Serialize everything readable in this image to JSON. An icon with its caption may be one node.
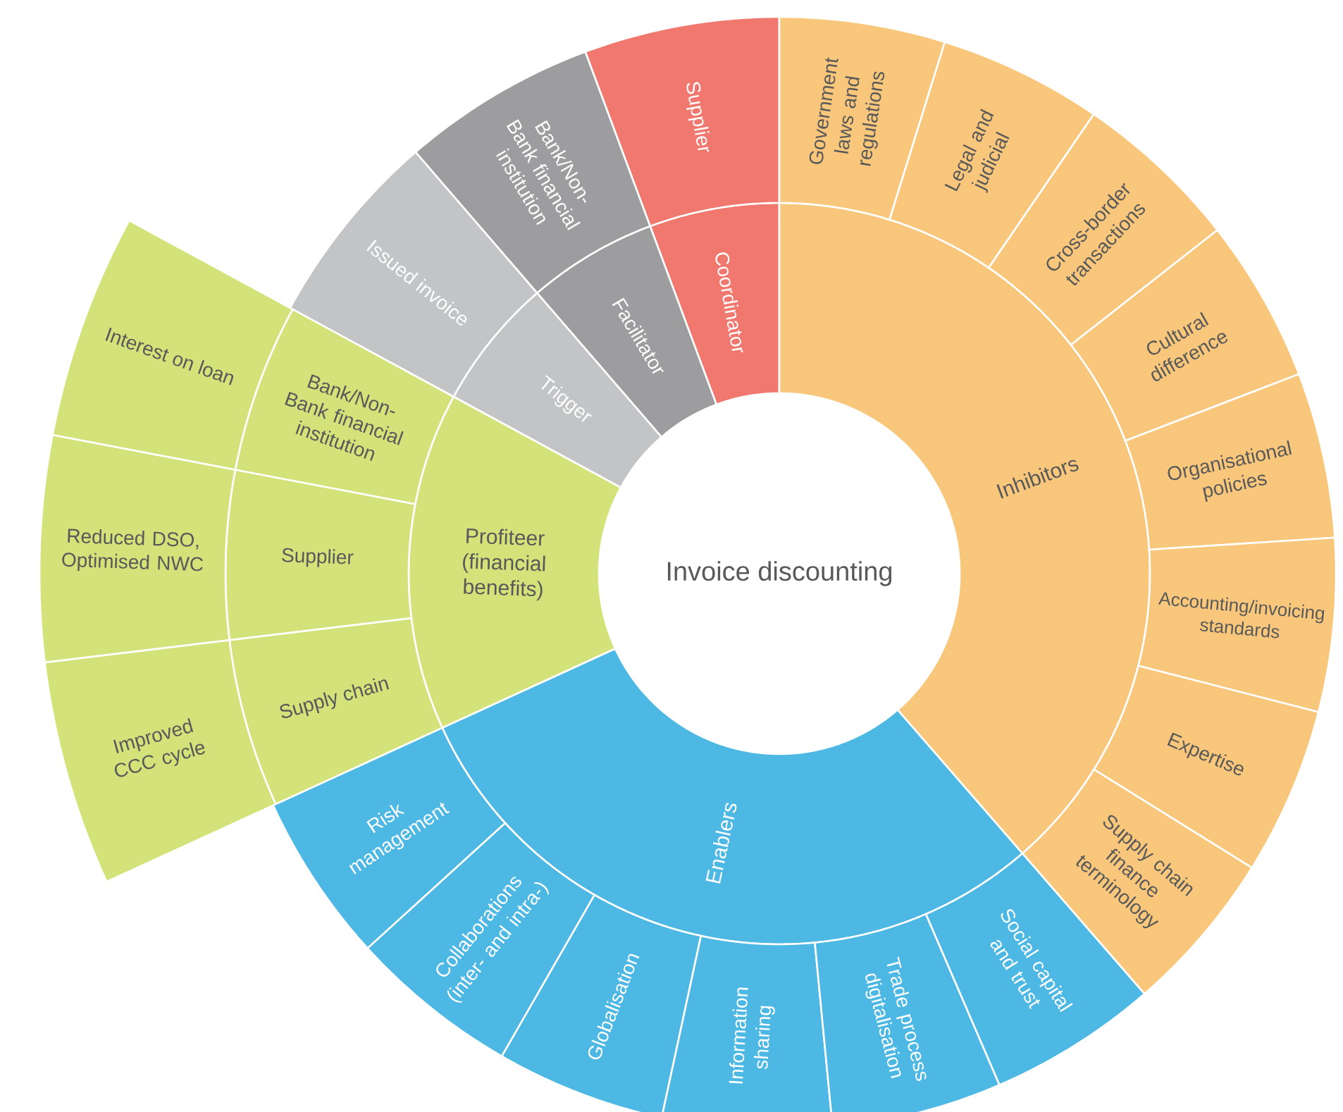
{
  "diagram": {
    "nodes": [
      {
        "text": [
          "Invoice discounting"
        ]
      },
      {
        "text": [
          "Coordinator"
        ]
      },
      {
        "text": [
          "Supplier"
        ]
      },
      {
        "text": [
          "Facilitator"
        ]
      },
      {
        "text": [
          "Bank/Non-Bank financial institution"
        ]
      },
      {
        "text": [
          "Trigger"
        ]
      },
      {
        "text": [
          "Issued invoice"
        ]
      },
      {
        "text": [
          "Profiteer (financial benefits)"
        ]
      },
      {
        "text": [
          "Bank/Non-Bank financial institution"
        ]
      },
      {
        "text": [
          "Interest on loan"
        ]
      },
      {
        "text": [
          "Supplier"
        ]
      },
      {
        "text": [
          "Reduced DSO, Optimised NWC"
        ]
      },
      {
        "text": [
          "Supply chain"
        ]
      },
      {
        "text": [
          "Improved CCC cycle"
        ]
      },
      {
        "text": [
          "Enablers"
        ]
      },
      {
        "text": [
          "Risk management"
        ]
      },
      {
        "text": [
          "Collaborations (inter- and intra-)"
        ]
      },
      {
        "text": [
          "Globalisation"
        ]
      },
      {
        "text": [
          "Information sharing"
        ]
      },
      {
        "text": [
          "Trade process digitalisation"
        ]
      },
      {
        "text": [
          "Social capital and trust"
        ]
      },
      {
        "text": [
          "Inhibitors"
        ]
      },
      {
        "text": [
          "Government laws and regulations"
        ]
      },
      {
        "text": [
          "Legal and judicial"
        ]
      },
      {
        "text": [
          "Cross-border transactions"
        ]
      },
      {
        "text": [
          "Cultural difference"
        ]
      },
      {
        "text": [
          "Organisational policies"
        ]
      },
      {
        "text": [
          "Accounting/invoicing standards"
        ]
      },
      {
        "text": [
          "Expertise"
        ]
      },
      {
        "text": [
          "Supply chain finance terminology"
        ]
      }
    ]
  }
}
